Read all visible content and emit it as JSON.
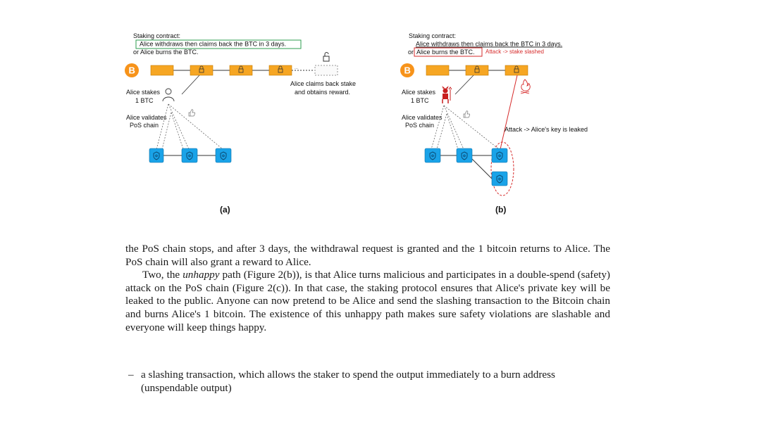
{
  "panel_a": {
    "contract_title": "Staking contract:",
    "contract_line1": "Alice withdraws then claims back the BTC in 3 days.",
    "contract_line2": "or Alice burns the BTC.",
    "stakes_line1": "Alice stakes",
    "stakes_line2": "1 BTC",
    "validates_line1": "Alice validates",
    "validates_line2": "PoS chain",
    "claims_line1": "Alice claims back stake",
    "claims_line2": "and obtains reward.",
    "caption": "(a)"
  },
  "panel_b": {
    "contract_title": "Staking contract:",
    "contract_line1": "Alice withdraws then claims back the BTC in 3 days.",
    "contract_or": "or",
    "contract_line2": "Alice burns the BTC.",
    "slashed_note": "Attack -> stake slashed",
    "stakes_line1": "Alice stakes",
    "stakes_line2": "1 BTC",
    "validates_line1": "Alice validates",
    "validates_line2": "PoS chain",
    "attack_note": "Attack -> Alice's key is leaked",
    "caption": "(b)"
  },
  "body": {
    "para1": "the PoS chain stops, and after 3 days, the withdrawal request is granted and the 1 bitcoin returns to Alice. The PoS chain will also grant a reward to Alice.",
    "para2_pre": "Two, the ",
    "para2_em": "unhappy",
    "para2_post": " path (Figure 2(b)), is that Alice turns malicious and participates in a double-spend (safety) attack on the PoS chain (Figure 2(c)). In that case, the staking protocol ensures that Alice's private key will be leaked to the public. Anyone can now pretend to be Alice and send the slashing transaction to the Bitcoin chain and burns Alice's 1 bitcoin. The existence of this unhappy path makes sure safety violations are slashable and everyone will keep things happy.",
    "list_dash": "–",
    "list_item": "a slashing transaction, which allows the staker to spend the output immediately to a burn address (unspendable output)"
  },
  "colors": {
    "btc_orange": "#f7931a",
    "block_orange": "#f6a623",
    "pos_blue": "#1aa3e8",
    "green_box": "#2e9e4f",
    "red": "#d62b2b"
  }
}
